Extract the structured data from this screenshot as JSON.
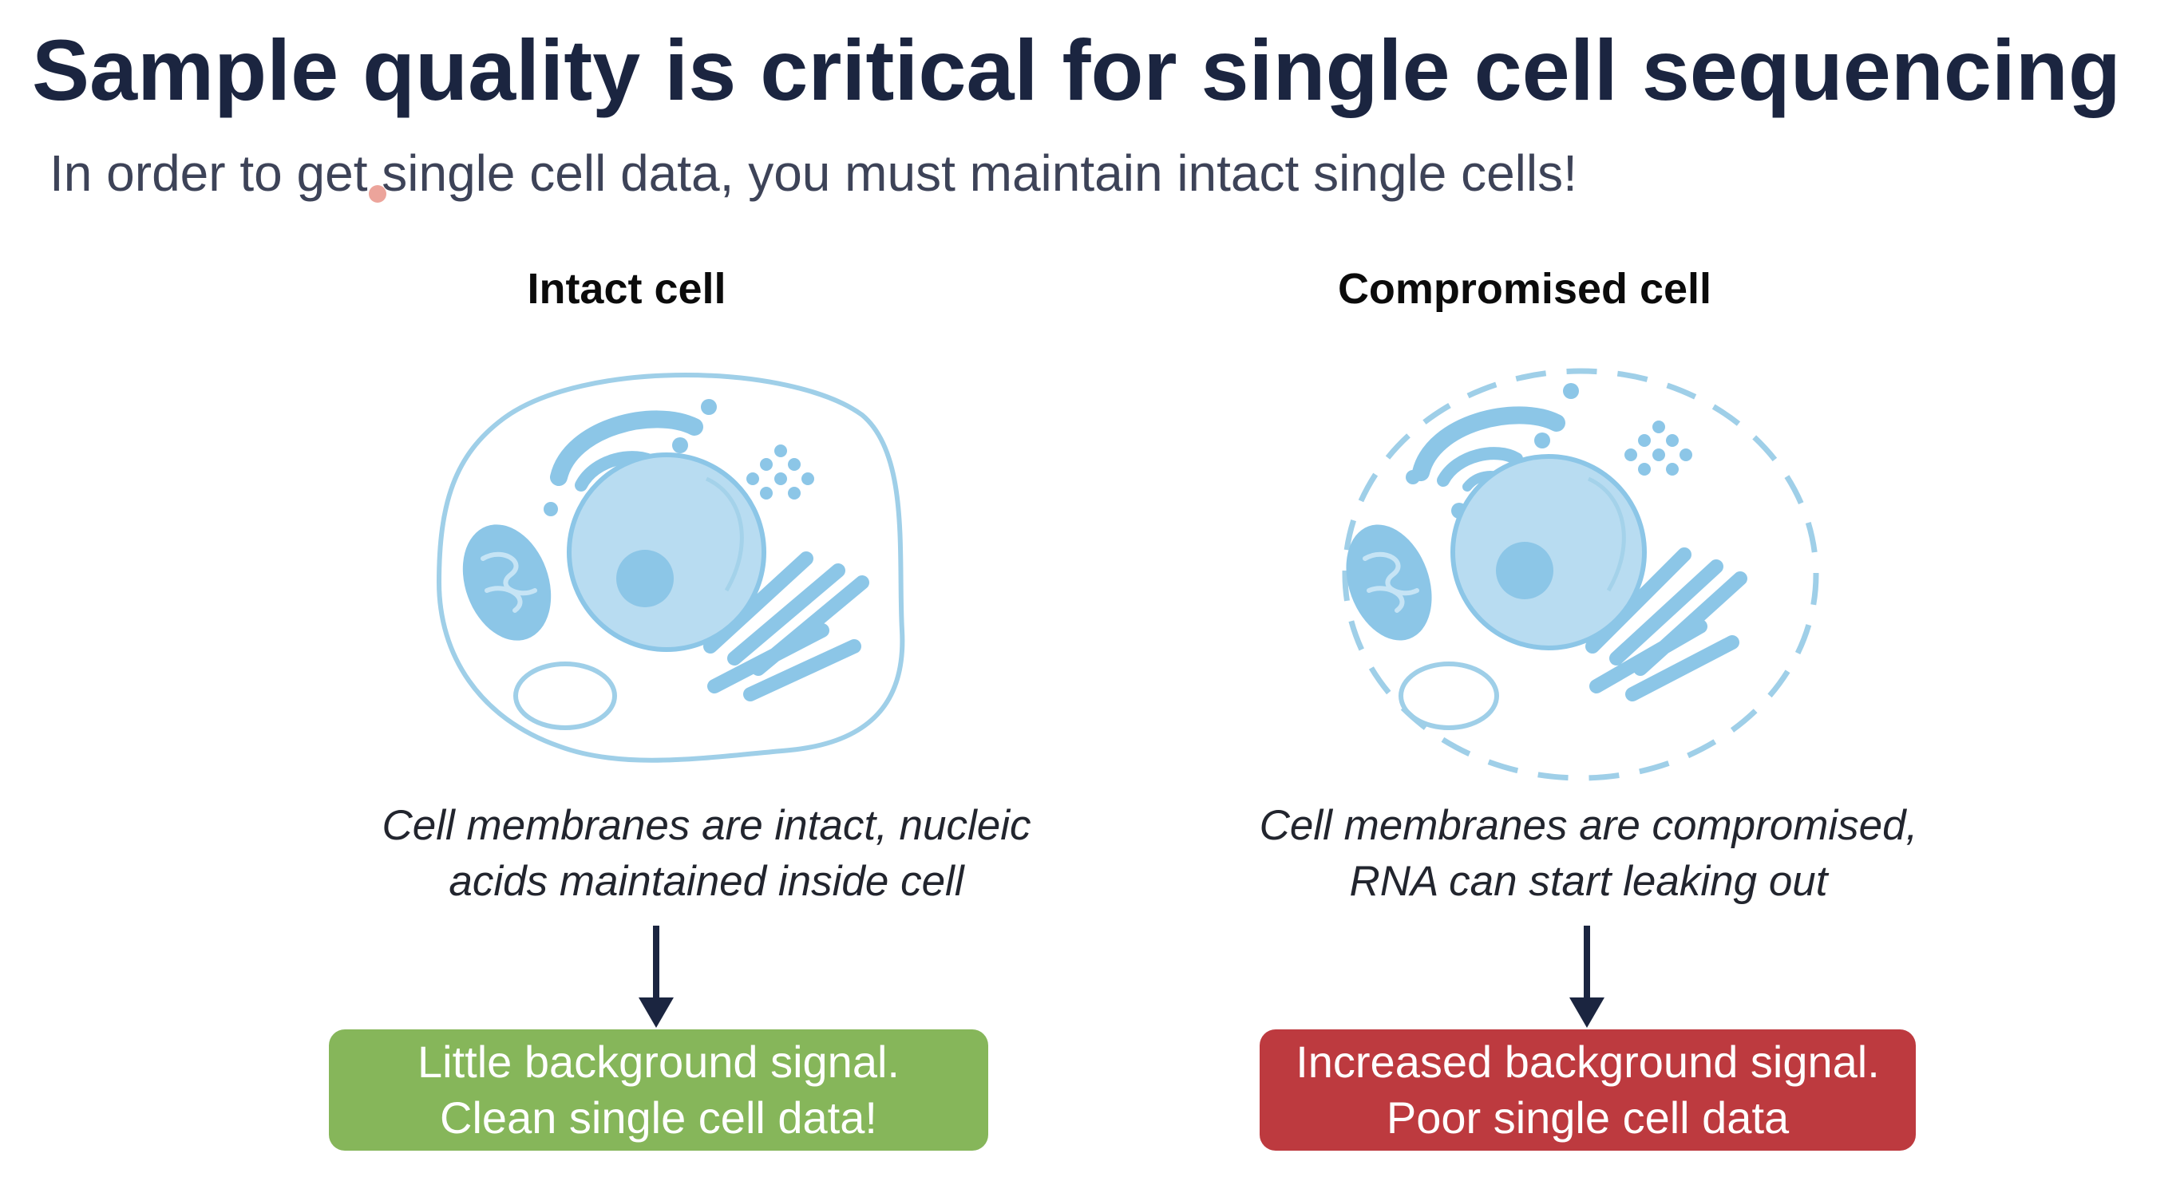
{
  "slide": {
    "title": "Sample quality is critical for single cell sequencing",
    "subtitle": "In order to get single cell data, you must maintain intact single cells!"
  },
  "intact": {
    "heading": "Intact cell",
    "description_line1": "Cell membranes are intact, nucleic",
    "description_line2": "acids maintained inside cell",
    "result_line1": "Little background signal.",
    "result_line2": "Clean single cell data!",
    "result_color": "#86b65a"
  },
  "compromised": {
    "heading": "Compromised cell",
    "description_line1": "Cell membranes are compromised,",
    "description_line2": "RNA can start leaking out",
    "result_line1": "Increased background signal.",
    "result_line2": "Poor single cell data",
    "result_color": "#bd3a3f"
  },
  "colors": {
    "title": "#1b2540",
    "cell_outline": "#9fcfe8",
    "cell_fill": "#b8dcf1",
    "organelle": "#8cc6e7",
    "arrow": "#1b2540"
  },
  "icons": {
    "intact_cell": "intact-cell-icon",
    "compromised_cell": "compromised-cell-icon",
    "arrow": "down-arrow-icon"
  }
}
